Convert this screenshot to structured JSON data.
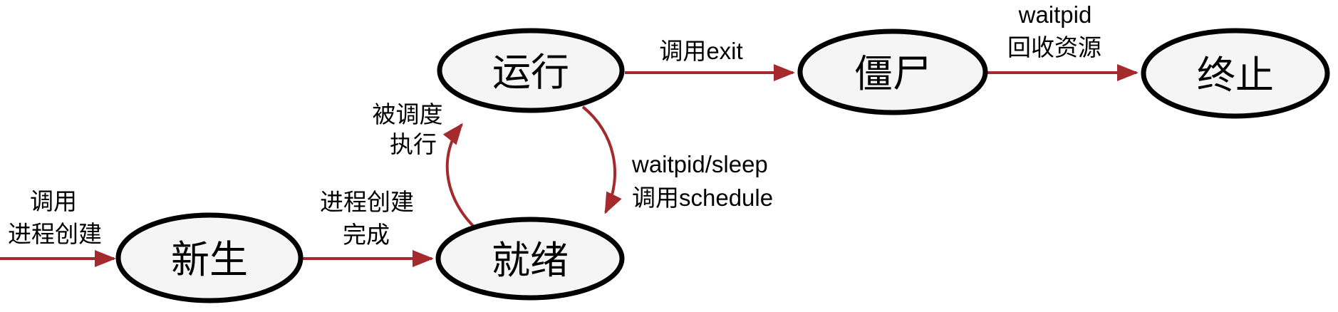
{
  "colors": {
    "arrow": "#A42A2E",
    "node_fill": "#F5F5F5",
    "node_border": "#000000",
    "label_text": "#000000"
  },
  "nodes": {
    "new": {
      "label": "新生"
    },
    "ready": {
      "label": "就绪"
    },
    "running": {
      "label": "运行"
    },
    "zombie": {
      "label": "僵尸"
    },
    "terminated": {
      "label": "终止"
    }
  },
  "edges": {
    "create_call": {
      "lines": [
        "调用",
        "进程创建"
      ]
    },
    "create_done": {
      "lines": [
        "进程创建",
        "完成"
      ]
    },
    "scheduled": {
      "lines": [
        "被调度",
        "执行"
      ]
    },
    "yield_cpu": {
      "lines": [
        "waitpid/sleep",
        "调用schedule"
      ]
    },
    "call_exit": {
      "lines": [
        "调用exit"
      ]
    },
    "reap": {
      "lines": [
        "waitpid",
        "回收资源"
      ]
    }
  }
}
